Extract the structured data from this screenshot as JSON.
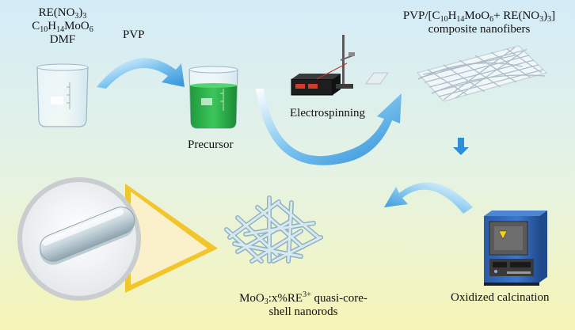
{
  "reagents": {
    "line1": {
      "a": "RE(NO",
      "b": "3",
      "c": ")",
      "d": "3"
    },
    "line2": {
      "a": "C",
      "b": "10",
      "c": "H",
      "d": "14",
      "e": "MoO",
      "f": "6"
    },
    "line3": "DMF"
  },
  "pvp_label": "PVP",
  "precursor_label": "Precursor",
  "electrospinning_label": "Electrospinning",
  "composite": {
    "line1": {
      "a": "PVP/[C",
      "b": "10",
      "c": "H",
      "d": "14",
      "e": "MoO",
      "f": "6",
      "g": "+ RE(NO",
      "h": "3",
      "i": ")",
      "j": "3",
      "k": "]"
    },
    "line2": "composite nanofibers"
  },
  "calcination_label": "Oxidized calcination",
  "product": {
    "line1": {
      "a": "MoO",
      "b": "3",
      "c": ":x%RE",
      "d": "3+",
      "e": " quasi-core-"
    },
    "line2": "shell nanorods"
  },
  "colors": {
    "arrow": "#2d8fd8",
    "background_top": "#d4ecf8",
    "background_bottom": "#f6f4b6",
    "precursor_liquid": "#2fb24a",
    "furnace_body": "#2f66b8"
  },
  "icons": {
    "beaker_empty": "beaker-icon",
    "beaker_filled": "beaker-precursor-icon",
    "electrospinning_setup": "electrospinning-apparatus-icon",
    "nanofiber_mat": "nanofiber-mat-icon",
    "furnace": "furnace-icon",
    "nanorod_cluster": "nanorod-cluster-icon",
    "nanorod_zoom": "nanorod-zoom-icon"
  }
}
